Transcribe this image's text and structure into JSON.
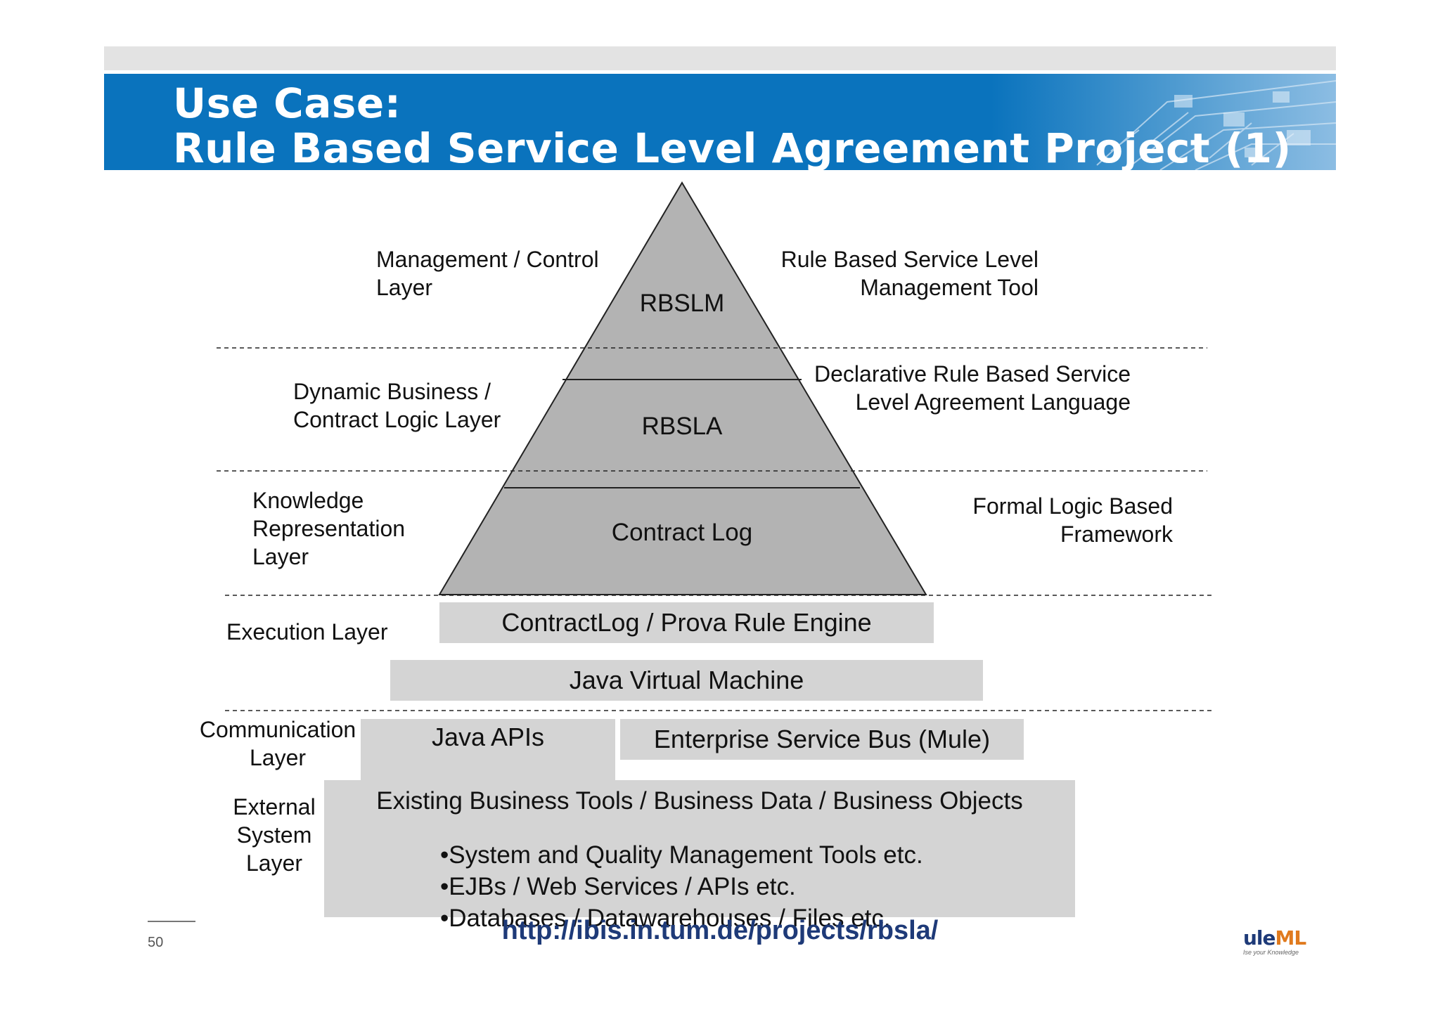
{
  "slide": {
    "title_line1": "Use Case:",
    "title_line2": "Rule Based Service Level Agreement Project (1)",
    "page_number": "50",
    "url": "http://ibis.in.tum.de/projects/rbsla/",
    "logo_main": "ule",
    "logo_accent": "ML",
    "logo_tagline": "Ise your Knowledge"
  },
  "pyramid": {
    "top": "RBSLM",
    "middle": "RBSLA",
    "bottom": "Contract Log"
  },
  "left_labels": {
    "management": [
      "Management / Control",
      "Layer"
    ],
    "dynamic": [
      "Dynamic Business /",
      "Contract Logic Layer"
    ],
    "knowledge": [
      "Knowledge",
      "Representation",
      "Layer"
    ],
    "execution": [
      "Execution Layer"
    ],
    "communication": [
      "Communication",
      "Layer"
    ],
    "external": [
      "External",
      "System",
      "Layer"
    ]
  },
  "right_labels": {
    "management": [
      "Rule Based Service Level",
      "Management Tool"
    ],
    "dynamic": [
      "Declarative Rule Based Service",
      "Level Agreement Language"
    ],
    "knowledge": [
      "Formal Logic Based",
      "Framework"
    ]
  },
  "boxes": {
    "rule_engine": "ContractLog / Prova Rule Engine",
    "jvm": "Java Virtual Machine",
    "java_apis": "Java APIs",
    "esb": "Enterprise Service Bus (Mule)",
    "existing_heading": "Existing  Business Tools / Business Data / Business Objects",
    "existing_bullets": [
      "•System and Quality Management Tools etc.",
      "•EJBs / Web Services / APIs etc.",
      "•Databases / Datawarehouses / Files etc."
    ]
  },
  "colors": {
    "title_bar": "#0a73bd",
    "pyramid_fill": "#b3b3b3",
    "box_fill": "#d4d4d4",
    "url_text": "#1e3a78"
  }
}
